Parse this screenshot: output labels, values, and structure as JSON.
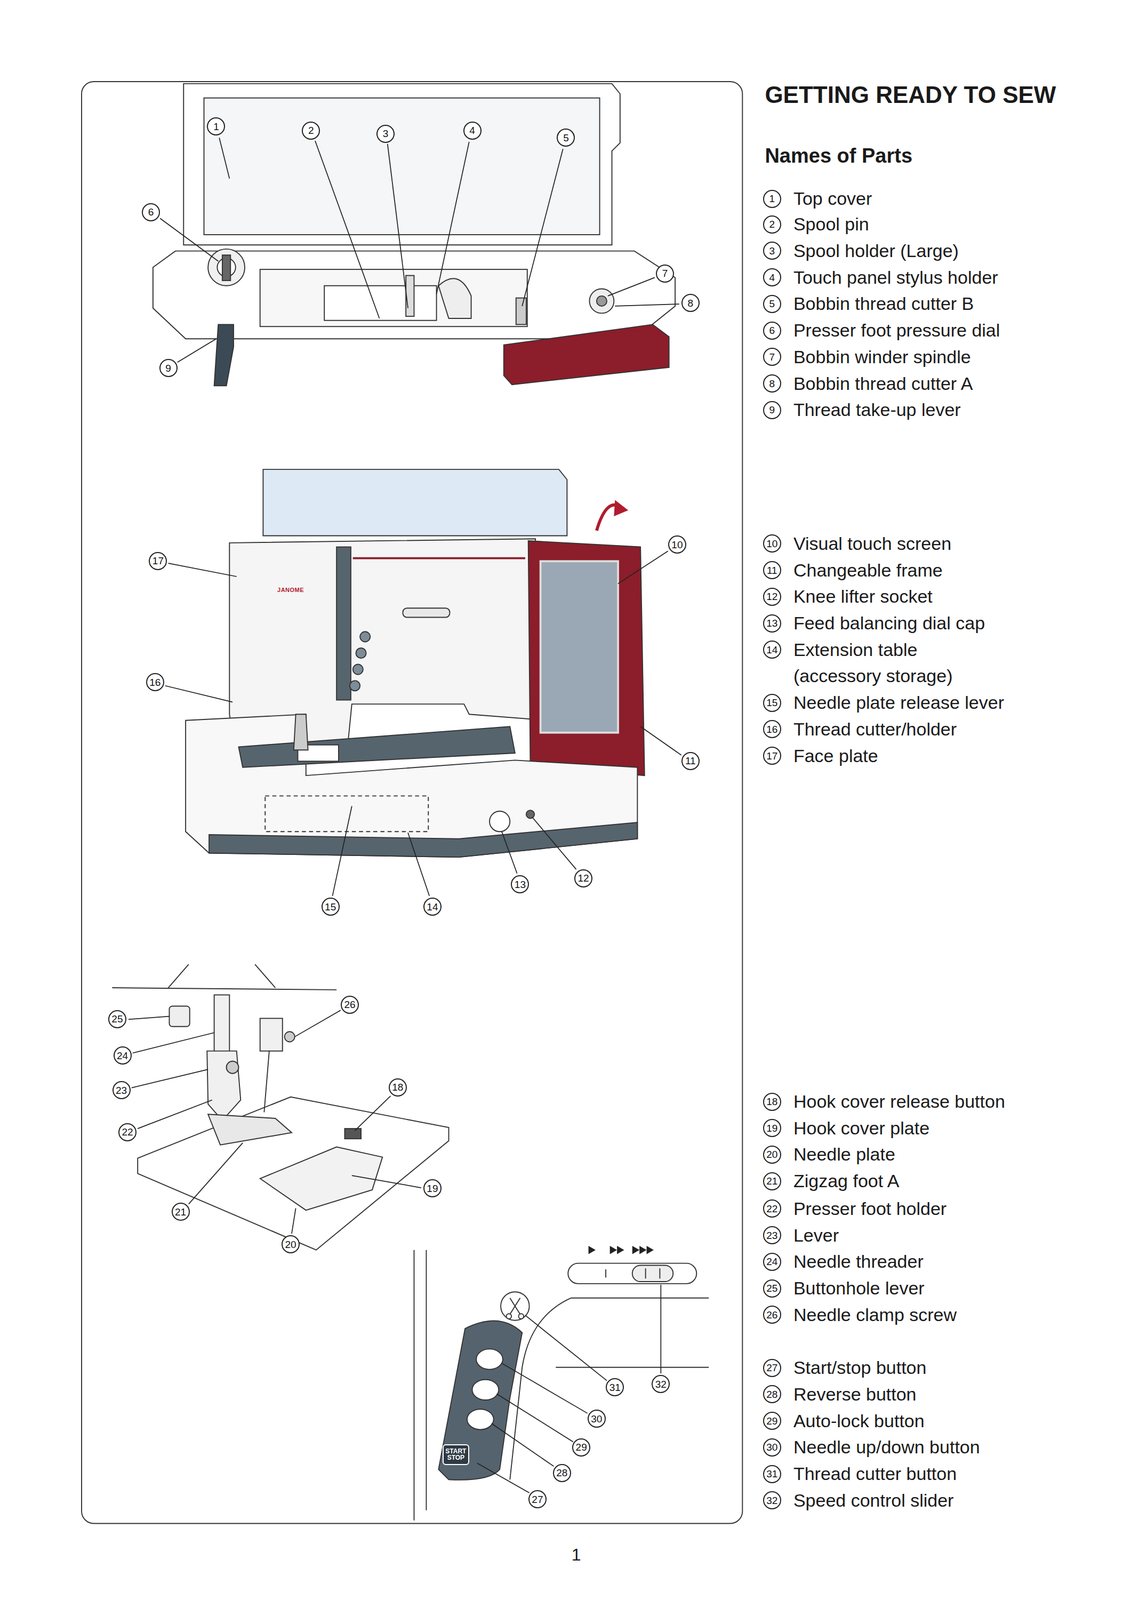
{
  "diagram": {
    "title": "GETTING READY TO SEW",
    "labels": [
      "Names of Parts",
      "1",
      "2",
      "3",
      "4",
      "5",
      "6",
      "7",
      "8",
      "9",
      "10",
      "11",
      "12",
      "13",
      "14",
      "15",
      "16",
      "17",
      "18",
      "19",
      "20",
      "21",
      "22",
      "23",
      "24",
      "25",
      "26",
      "27",
      "28",
      "29",
      "30",
      "31",
      "32",
      "1",
      "Top cover",
      "2",
      "Spool pin",
      "3",
      "Spool holder (Large)",
      "4",
      "Touch panel stylus holder",
      "5",
      "Bobbin thread cutter B",
      "6",
      "Presser foot pressure dial",
      "7",
      "Bobbin winder spindle",
      "8",
      "Bobbin thread cutter A",
      "9",
      "Thread take-up lever",
      "10",
      "Visual touch screen",
      "11",
      "Changeable frame",
      "12",
      "Knee lifter socket",
      "13",
      "Feed balancing dial cap",
      "14",
      "Extension table (accessory storage)",
      "15",
      "Needle plate release lever",
      "16",
      "Thread cutter/holder",
      "17",
      "Face plate",
      "18",
      "Hook cover release button",
      "19",
      "Hook cover plate",
      "20",
      "Needle plate",
      "21",
      "Zigzag foot A",
      "22",
      "Presser foot holder",
      "23",
      "Lever",
      "24",
      "Needle threader",
      "25",
      "Buttonhole lever",
      "26",
      "Needle clamp screw",
      "27",
      "Start/stop button",
      "28",
      "Reverse button",
      "29",
      "Auto-lock button",
      "30",
      "Needle up/down button",
      "31",
      "Thread cutter button",
      "32",
      "Speed control slider",
      "JANOME",
      "START STOP",
      "1"
    ]
  }
}
